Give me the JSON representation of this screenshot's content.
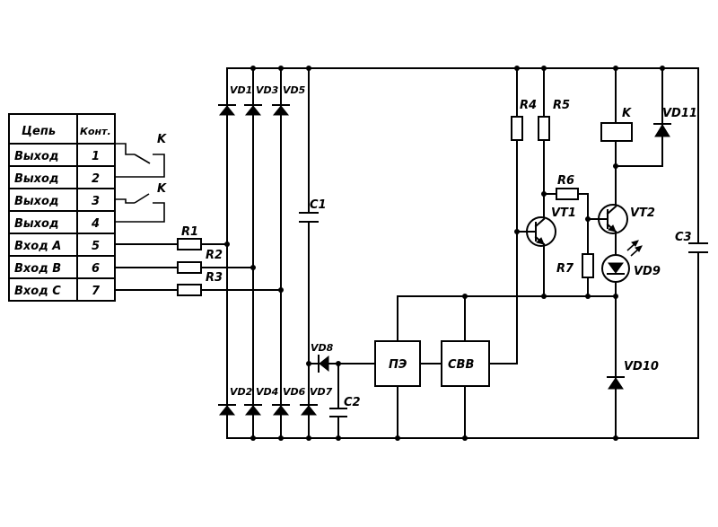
{
  "table": {
    "header": {
      "chain": "Цепь",
      "contact": "Конт."
    },
    "rows": [
      {
        "name": "Выход",
        "num": "1"
      },
      {
        "name": "Выход",
        "num": "2"
      },
      {
        "name": "Выход",
        "num": "3"
      },
      {
        "name": "Выход",
        "num": "4"
      },
      {
        "name": "Вход А",
        "num": "5"
      },
      {
        "name": "Вход В",
        "num": "6"
      },
      {
        "name": "Вход С",
        "num": "7"
      }
    ]
  },
  "relay_contacts": {
    "k1": "K",
    "k2": "K"
  },
  "resistors": {
    "r1": "R1",
    "r2": "R2",
    "r3": "R3",
    "r4": "R4",
    "r5": "R5",
    "r6": "R6",
    "r7": "R7"
  },
  "diodes": {
    "vd1": "VD1",
    "vd3": "VD3",
    "vd5": "VD5",
    "vd2": "VD2",
    "vd4": "VD4",
    "vd6": "VD6",
    "vd7": "VD7",
    "vd8": "VD8",
    "vd9": "VD9",
    "vd10": "VD10",
    "vd11": "VD11"
  },
  "capacitors": {
    "c1": "C1",
    "c2": "C2",
    "c3": "C3"
  },
  "transistors": {
    "vt1": "VT1",
    "vt2": "VT2"
  },
  "relay_coil": "K",
  "blocks": {
    "pe": "ПЭ",
    "svv": "СВВ"
  }
}
